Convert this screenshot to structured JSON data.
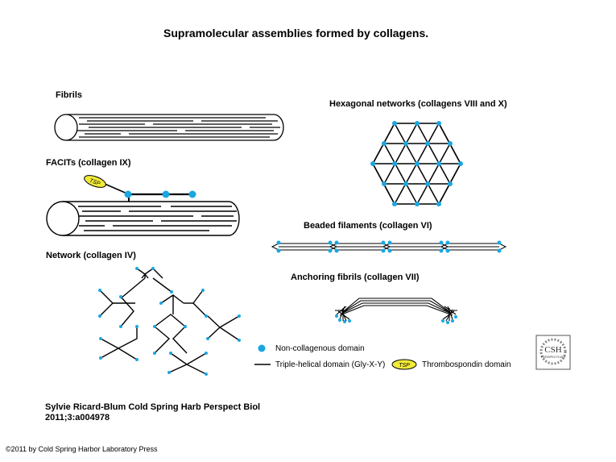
{
  "title": "Supramolecular assemblies formed by collagens.",
  "labels": {
    "fibrils": "Fibrils",
    "facits": "FACITs (collagen IX)",
    "network": "Network (collagen IV)",
    "hexagonal": "Hexagonal networks (collagens VIII and X)",
    "beaded": "Beaded filaments (collagen VI)",
    "anchoring": "Anchoring fibrils (collagen VII)"
  },
  "legend": {
    "non_collagenous": "Non-collagenous domain",
    "triple_helical": "Triple-helical domain (Gly-X-Y)",
    "tsp_abbrev": "TSP",
    "thrombospondin": "Thrombospondin domain"
  },
  "citation": {
    "line1": "Sylvie Ricard-Blum Cold Spring Harb Perspect Biol",
    "line2": "2011;3:a004978"
  },
  "copyright": "©2011 by Cold Spring Harbor Laboratory Press",
  "logo": {
    "text_main": "CSH",
    "text_sub": "PERSPECTIVES"
  },
  "colors": {
    "domain_dot": "#1aa7e0",
    "tsp_fill": "#f2ea3a",
    "line": "#000000"
  }
}
